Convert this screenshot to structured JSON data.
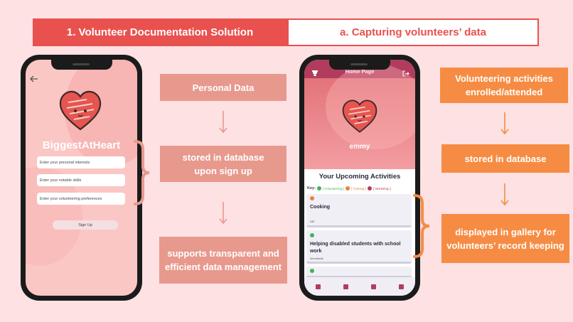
{
  "header": {
    "left_title": "1. Volunteer Documentation Solution",
    "right_title": "a. Capturing volunteers’ data"
  },
  "signup_phone": {
    "back_icon": "arrow-left-icon",
    "app_name": "BiggestAtHeart",
    "fields": [
      {
        "placeholder": "Enter your personal interests"
      },
      {
        "placeholder": "Enter your notable skills"
      },
      {
        "placeholder": "Enter your volunteering preferences"
      }
    ],
    "signup_button": "Sign Up"
  },
  "home_phone": {
    "title": "Home Page",
    "trophy_icon": "trophy-icon",
    "logout_icon": "logout-icon",
    "username": "emmy",
    "upcoming_title": "Your Upcoming Activities",
    "key_label": "Key:",
    "key_items": [
      {
        "label": "[ Volunteering ]",
        "color": "#3fb45a"
      },
      {
        "label": "[ Training ]",
        "color": "#e8843a"
      },
      {
        "label": "[ Workshop ]",
        "color": "#b23c5e"
      }
    ],
    "activities": [
      {
        "title": "Cooking",
        "location": "NIE",
        "type_color": "#e8843a"
      },
      {
        "title": "Helping disabled students with school work",
        "location": "Woodlands",
        "type_color": "#3fb45a"
      },
      {
        "title": "",
        "location": "",
        "type_color": "#3fb45a"
      }
    ],
    "nav_icons": [
      "add-activity-icon",
      "bookmark-icon",
      "document-icon",
      "gallery-icon"
    ]
  },
  "left_flow": {
    "step1": "Personal Data",
    "step2": "stored in database upon sign up",
    "step3": "supports transparent and efficient data management"
  },
  "right_flow": {
    "step1": "Volunteering activities enrolled/attended",
    "step2": "stored in database",
    "step3": "displayed in gallery for volunteers’ record keeping"
  },
  "colors": {
    "background": "#fde1e3",
    "header_red": "#e9514f",
    "box_pink": "#e8998d",
    "box_orange": "#f68c43",
    "app_maroon": "#b23c5e"
  }
}
